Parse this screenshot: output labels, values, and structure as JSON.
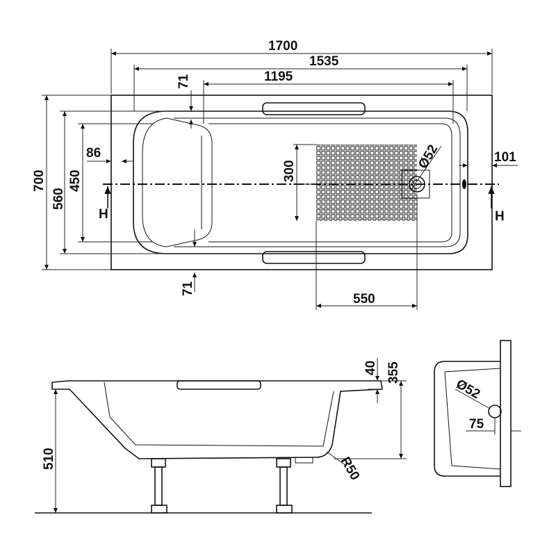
{
  "title": "Bathtub technical drawing",
  "top_view": {
    "overall_length": "1700",
    "inner_length": "1535",
    "bottom_length": "1195",
    "rim_top": "71",
    "rim_bottom": "71",
    "left_rim": "86",
    "right_rim": "101",
    "drain_offset": "300",
    "drain_diameter": "Ø52",
    "overall_width": "700",
    "inner_width": "560",
    "bottom_width": "450",
    "mesh_length": "550",
    "section_left": "H",
    "section_right": "H"
  },
  "side_view": {
    "rim_thickness": "40",
    "depth": "355",
    "height": "510",
    "radius": "R50"
  },
  "end_view": {
    "overflow_diameter": "Ø52",
    "overflow_offset": "75"
  }
}
